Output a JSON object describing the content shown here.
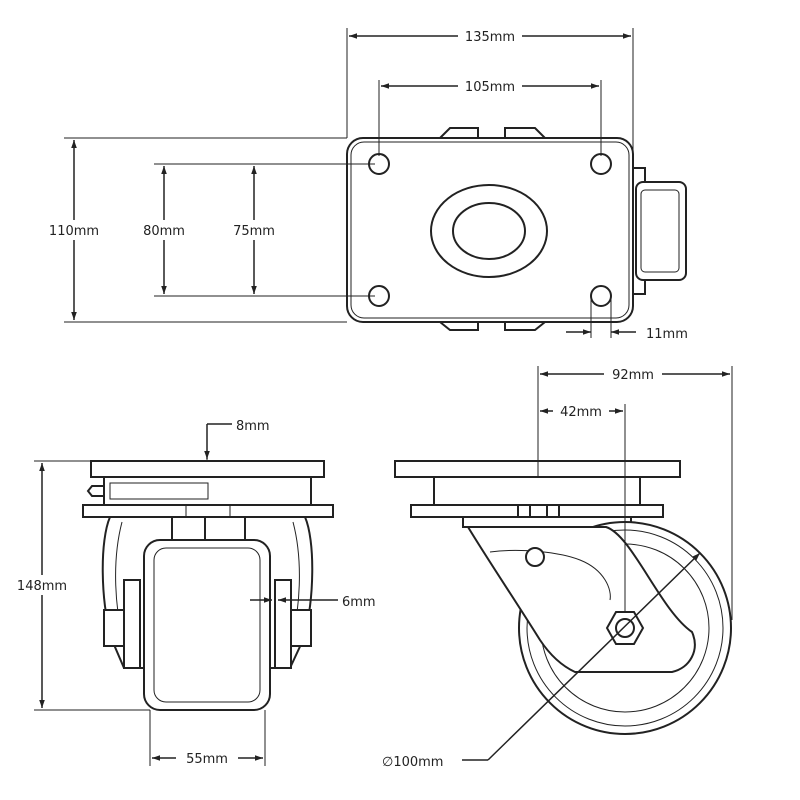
{
  "colors": {
    "line": "#222222",
    "background": "#ffffff"
  },
  "top_view": {
    "dims": {
      "plate_width": "135mm",
      "hole_spacing_x": "105mm",
      "plate_height": "110mm",
      "hole_outer_y": "80mm",
      "hole_spacing_y": "75mm",
      "slot_width": "11mm"
    }
  },
  "front_view": {
    "dims": {
      "plate_thickness": "8mm",
      "overall_height": "148mm",
      "fork_thickness": "6mm",
      "wheel_width": "55mm"
    }
  },
  "side_view": {
    "dims": {
      "swivel_radius": "92mm",
      "offset": "42mm",
      "wheel_diameter": "∅100mm"
    }
  }
}
